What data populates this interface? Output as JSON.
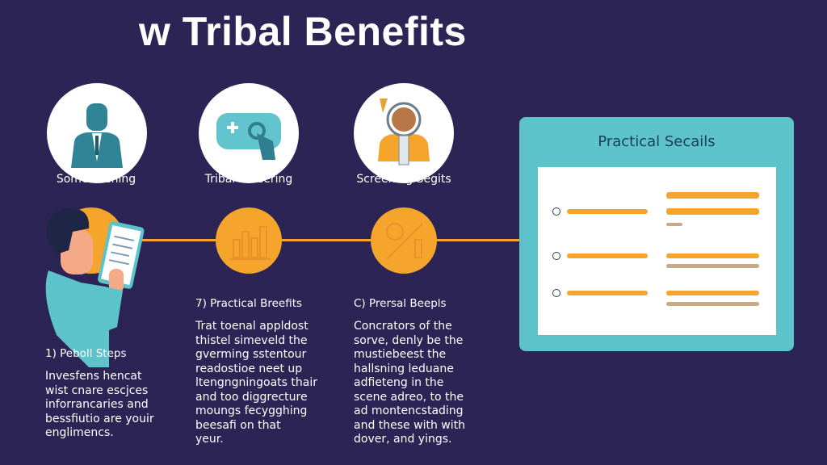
{
  "title": "w Tribal Benefits",
  "icons": [
    {
      "name": "businessman-icon",
      "label": "Some Brening"
    },
    {
      "name": "gamepad-icon",
      "label": "Tribal Screering"
    },
    {
      "name": "astronaut-icon",
      "label": "Screening Segits"
    }
  ],
  "columns": [
    {
      "heading": "1) Peboll Steps",
      "body": "Invesfens hencat\nwist cnare escjces\ninforrancaries and\nbessfiutio are youir\nenglimencs."
    },
    {
      "heading": "7) Practical Breefits",
      "body": "Trat toenal appldost\nthistel simeveld the\ngverming sstentour\nreadostioe neet up\nltengngningoats thair\nand too diggrecture\nmoungs fecygghing\nbeesafi on that\nyeur."
    },
    {
      "heading": "C) Prersal Beepls",
      "body": "Concrators of the\nsorve, denly be the\nmustiebeest the\nhallsning leduane\nadfieteng in the\nscene adreo, to the\nad montencstading\nand these with with\ndover, and yings."
    }
  ],
  "panel": {
    "title": "Practical Secails"
  },
  "colors": {
    "background": "#2b2454",
    "accent": "#f5a42c",
    "panel": "#5bc3c9"
  }
}
